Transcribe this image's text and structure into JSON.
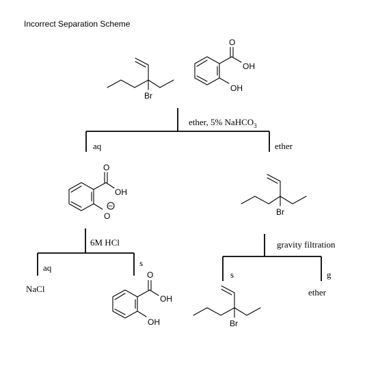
{
  "title": "Incorrect Separation Scheme",
  "step1": {
    "reagent": "ether, 5% NaHCO",
    "reagent_sub": "3",
    "left": "aq",
    "right": "ether"
  },
  "step2": {
    "reagent": "6M HCl",
    "left": "aq",
    "right": "s",
    "left_product": "NaCl"
  },
  "step3": {
    "reagent": "gravity filtration",
    "left": "s",
    "right": "g",
    "right_product": "ether"
  },
  "atoms": {
    "bromine": "Br",
    "hydroxyl": "OH",
    "oxygen": "O",
    "charge": "−"
  }
}
